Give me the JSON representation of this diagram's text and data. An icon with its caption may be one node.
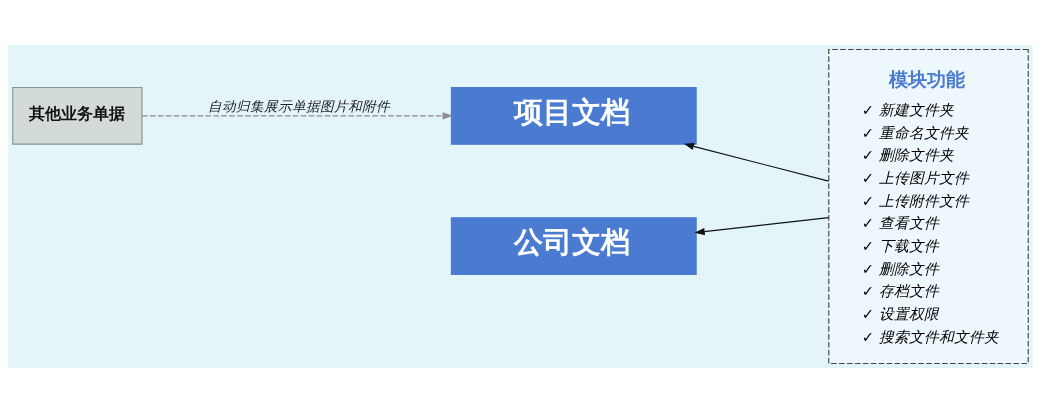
{
  "diagram": {
    "nodes": [
      {
        "text": [
          "其他业务单据"
        ]
      },
      {
        "text": [
          "项目文档"
        ]
      },
      {
        "text": [
          "公司文档"
        ]
      },
      {
        "text": [
          "模块功能",
          "✓ 新建文件夹",
          "✓ 重命名文件夹",
          "✓ 删除文件夹",
          "✓ 上传图片文件",
          "✓ 上传附件文件",
          "✓ 查看文件",
          "✓ 下载文件",
          "✓ 删除文件",
          "✓ 存档文件",
          "✓ 设置权限",
          "✓ 搜索文件和文件夹"
        ]
      }
    ],
    "edges": [
      {
        "from": 0,
        "to": 1,
        "arrow": "to",
        "label": "自动归集展示单据图片和附件",
        "style": "dashed",
        "color": "#8c8c8c"
      },
      {
        "from": 3,
        "to": 1,
        "arrow": "to"
      },
      {
        "from": 3,
        "to": 2,
        "arrow": "to"
      }
    ]
  }
}
